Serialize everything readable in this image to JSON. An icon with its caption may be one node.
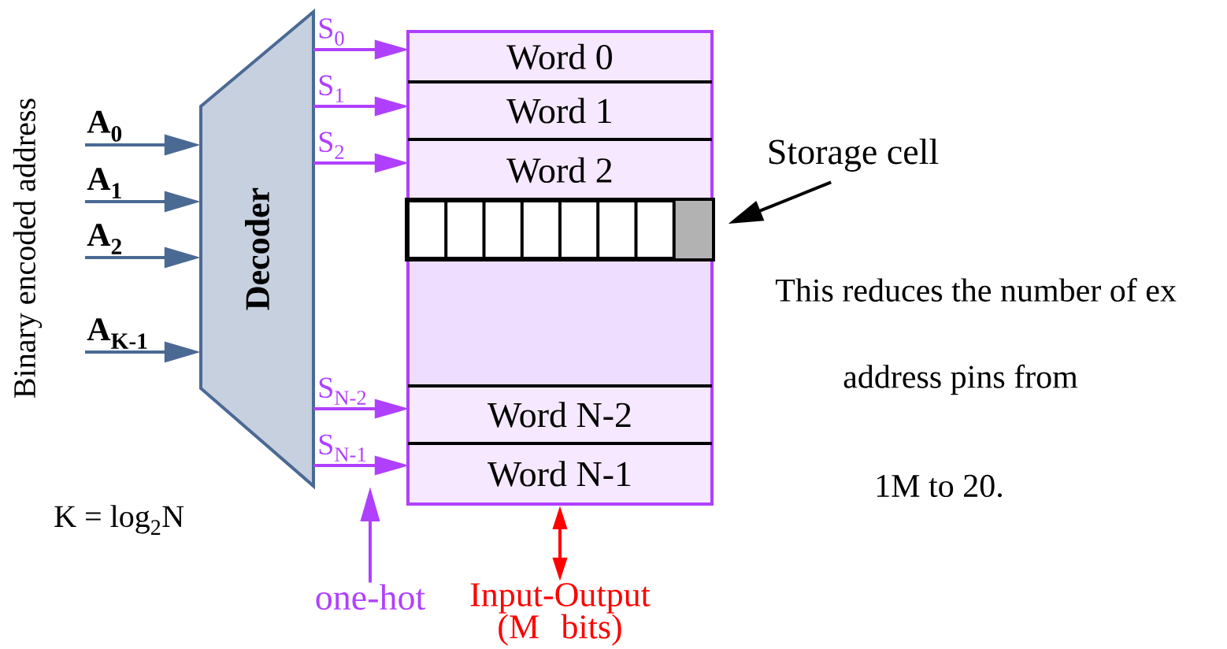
{
  "diagram": {
    "nodes": [
      {
        "text": [
          "Decoder"
        ]
      },
      {
        "text": [],
        "shape": "box"
      },
      {
        "text": [
          "Word 0"
        ],
        "in": 1
      },
      {
        "text": [
          "Word 1"
        ],
        "in": 1
      },
      {
        "text": [
          "Word 2"
        ],
        "in": 1
      },
      {
        "text": [],
        "shape": "box",
        "in": 1
      },
      {
        "text": [
          "Word N-2"
        ],
        "in": 1
      },
      {
        "text": [
          "Word N-1"
        ],
        "in": 1
      },
      {
        "text": [
          "Storage cell"
        ]
      },
      {
        "text": [
          "one-hot"
        ]
      },
      {
        "text": [
          "Input-Output (M bits)"
        ]
      }
    ],
    "edges": [
      {
        "from": null,
        "to": 0,
        "arrow": "to",
        "label": "A$_{0}$",
        "color": "#4a6a94"
      },
      {
        "from": null,
        "to": 0,
        "arrow": "to",
        "label": "A$_{1}$",
        "color": "#4a6a94"
      },
      {
        "from": null,
        "to": 0,
        "arrow": "to",
        "label": "A$_{2}$",
        "color": "#4a6a94"
      },
      {
        "from": null,
        "to": 0,
        "arrow": "to",
        "label": "A$_{K-1}$",
        "color": "#4a6a94"
      },
      {
        "from": 0,
        "to": 2,
        "arrow": "to",
        "label": "S$_{0}$"
      },
      {
        "from": 0,
        "to": 3,
        "arrow": "to",
        "label": "S$_{1}$"
      },
      {
        "from": 0,
        "to": 4,
        "arrow": "to",
        "label": "S$_{2}$"
      },
      {
        "from": 0,
        "to": 6,
        "arrow": "to",
        "label": "S$_{N-2}$"
      },
      {
        "from": 0,
        "to": 7,
        "arrow": "to",
        "label": "S$_{N-1}$"
      },
      {
        "from": 8,
        "to": 5,
        "arrow": "to",
        "color": "#000000"
      },
      {
        "from": 9,
        "to": null,
        "arrow": "to"
      },
      {
        "from": 10,
        "to": 1,
        "arrow": "both",
        "color": "#ff0000"
      }
    ],
    "labels": [
      "Binary encoded address",
      "K = log$_{2}$N",
      "This reduces the number of ex",
      "address pins from",
      "1M to 20."
    ]
  }
}
